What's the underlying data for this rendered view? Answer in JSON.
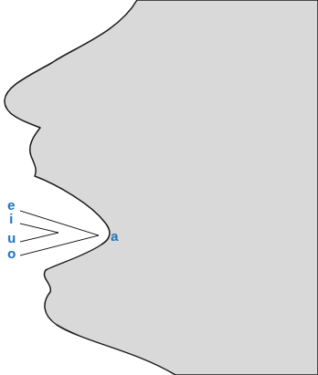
{
  "diagram": {
    "labels": [
      "e",
      "i",
      "u",
      "o",
      "a"
    ]
  }
}
